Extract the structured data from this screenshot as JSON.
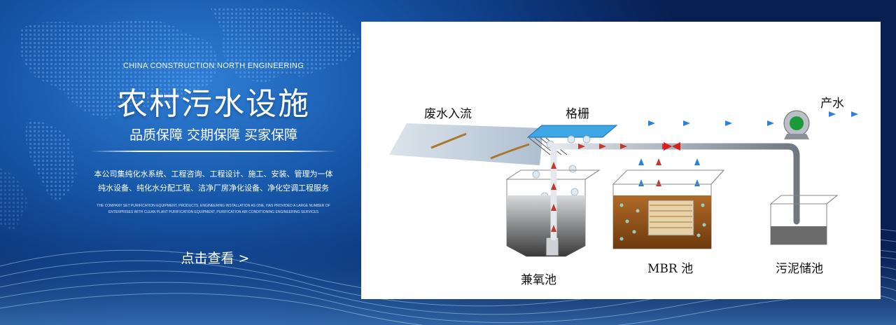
{
  "banner": {
    "tagline_en": "CHINA CONSTRUCTION NORTH ENGINEERING",
    "title": "农村污水设施",
    "subtitle": "品质保障 交期保障 买家保障",
    "description_cn": [
      "本公司集纯化水系统、工程咨询、工程设计、施工、安装、管理为一体",
      "纯水设备、纯化水分配工程、洁净厂房净化设备、净化空调工程服务"
    ],
    "description_en": [
      "THE COMPANY SET PURIFICATION EQUIPMENT, PRODUCTS, ENGINEERING INSTALLATION AS ONE, HAS PROVIDED A LARGE NUMBER OF",
      "ENTERPRISES WITH CLEAN PLANT PURIFICATION EQUIPMENT, PURIFICATION AIR CONDITIONING ENGINEERING SERVICES"
    ],
    "cta_label": "点击查看 >"
  },
  "diagram": {
    "labels": {
      "inflow": "废水入流",
      "screen": "格栅",
      "product_water": "产水",
      "anoxic_tank": "兼氧池",
      "mbr_tank": "MBR 池",
      "sludge_tank": "污泥储池"
    }
  },
  "colors": {
    "bg_dark": "#0c3477",
    "bg_light": "#2f7fd6",
    "pipe": "#9aa3ad",
    "sludge": "#8a4b14",
    "valve": "#d81e1e"
  }
}
